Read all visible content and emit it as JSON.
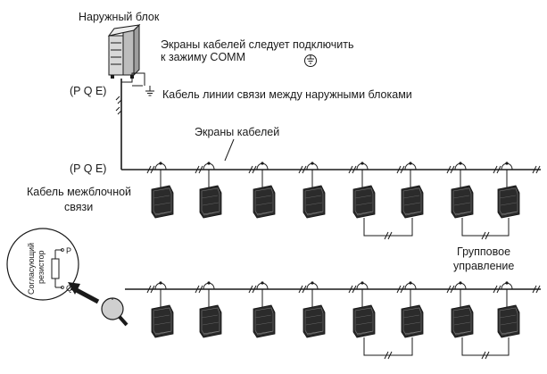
{
  "labels": {
    "outdoor_unit": "Наружный блок",
    "shields_note_line1": "Экраны кабелей следует подключить",
    "shields_note_line2": "к зажиму COMM",
    "pqe_top": "(P Q E)",
    "outdoor_comm_cable": "Кабель линии связи между наружными блоками",
    "cable_shields": "Экраны кабелей",
    "pqe_bottom": "(P Q E)",
    "interunit_cable_line1": "Кабель межблочной",
    "interunit_cable_line2": "связи",
    "group_control_line1": "Групповое",
    "group_control_line2": "управление",
    "resistor_line1": "Согласующий",
    "resistor_line2": "резистор",
    "terminal_p": "P",
    "terminal_q": "Q"
  },
  "icons": {
    "ground": "ground-icon",
    "indoor_unit": "indoor-unit-icon",
    "outdoor_unit": "outdoor-unit-icon",
    "magnifier": "magnifier-icon",
    "resistor": "resistor-icon"
  },
  "colors": {
    "line": "#1a1a1a",
    "background": "#ffffff",
    "unit_fill": "#2b2b2b",
    "outdoor_fill": "#d8d8d8"
  },
  "rows": [
    {
      "name": "top-bus",
      "indoor_units": 8,
      "group_pairs": [
        [
          4,
          5
        ],
        [
          6,
          7
        ]
      ]
    },
    {
      "name": "bottom-bus",
      "indoor_units": 8,
      "group_pairs": [
        [
          4,
          5
        ],
        [
          6,
          7
        ]
      ]
    }
  ]
}
